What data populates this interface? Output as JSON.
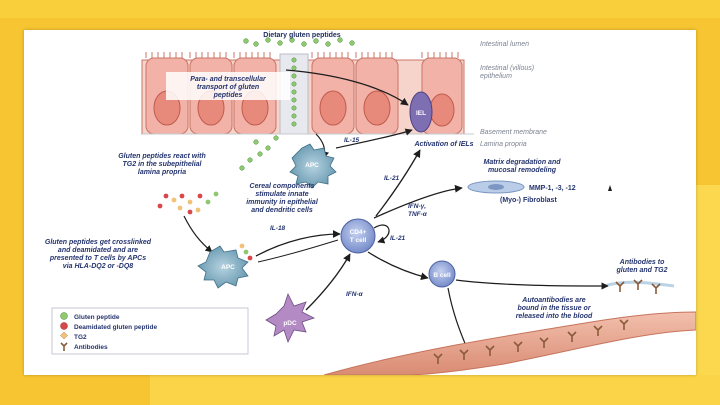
{
  "labels": {
    "dietary": "Dietary gluten peptides",
    "lumen": "Intestinal lumen",
    "epithelium_1": "Intestinal (villous)",
    "epithelium_2": "epithelium",
    "transport_1": "Para- and transcellular",
    "transport_2": "transport of gluten",
    "transport_3": "peptides",
    "basement": "Basement membrane",
    "lamina": "Lamina propria",
    "tg2_react_1": "Gluten peptides react with",
    "tg2_react_2": "TG2 in the subepithelial",
    "tg2_react_3": "lamina propria",
    "cereal_1": "Cereal components",
    "cereal_2": "stimulate innate",
    "cereal_3": "immunity in epithelial",
    "cereal_4": "and dendritic cells",
    "activation": "Activation of IELs",
    "matrix_1": "Matrix degradation and",
    "matrix_2": "mucosal remodeling",
    "mmp": "MMP-1, -3, -12",
    "fibroblast": "(Myo-) Fibroblast",
    "crosslink_1": "Gluten peptides get crosslinked",
    "crosslink_2": "and deamidated and are",
    "crosslink_3": "presented to T cells by APCs",
    "crosslink_4": "via HLA-DQ2 or -DQ8",
    "antibodies_1": "Antibodies to",
    "antibodies_2": "gluten and TG2",
    "autoab_1": "Autoantibodies are",
    "autoab_2": "bound in the tissue or",
    "autoab_3": "released into the blood"
  },
  "cells": {
    "iel": "IEL",
    "apc_top": "APC",
    "apc_bottom": "APC",
    "cd4_1": "CD4+",
    "cd4_2": "T cell",
    "bcell": "B cell",
    "pdc": "pDC"
  },
  "cytokines": {
    "il15": "IL-15",
    "il21_top": "IL-21",
    "ifng_1": "IFN-γ,",
    "ifng_2": "TNF-α",
    "il18": "IL-18",
    "il21_loop": "IL-21",
    "ifna": "IFN-α"
  },
  "legend": {
    "items": [
      {
        "label": "Gluten peptide",
        "color": "#8fc870"
      },
      {
        "label": "Deamidated gluten peptide",
        "color": "#d8484a"
      },
      {
        "label": "TG2",
        "color": "#f1c27a"
      },
      {
        "label": "Antibodies",
        "color": "#8a5b3a"
      }
    ]
  },
  "colors": {
    "cell_pink": "#f2b2a8",
    "cell_border": "#c97466",
    "apc_teal": "#76a7bd",
    "tcell_blue": "#8fa6d8",
    "iel_purple": "#7e6fb3",
    "vessel": "#e7a48f",
    "arrow": "#1d1d1d"
  }
}
